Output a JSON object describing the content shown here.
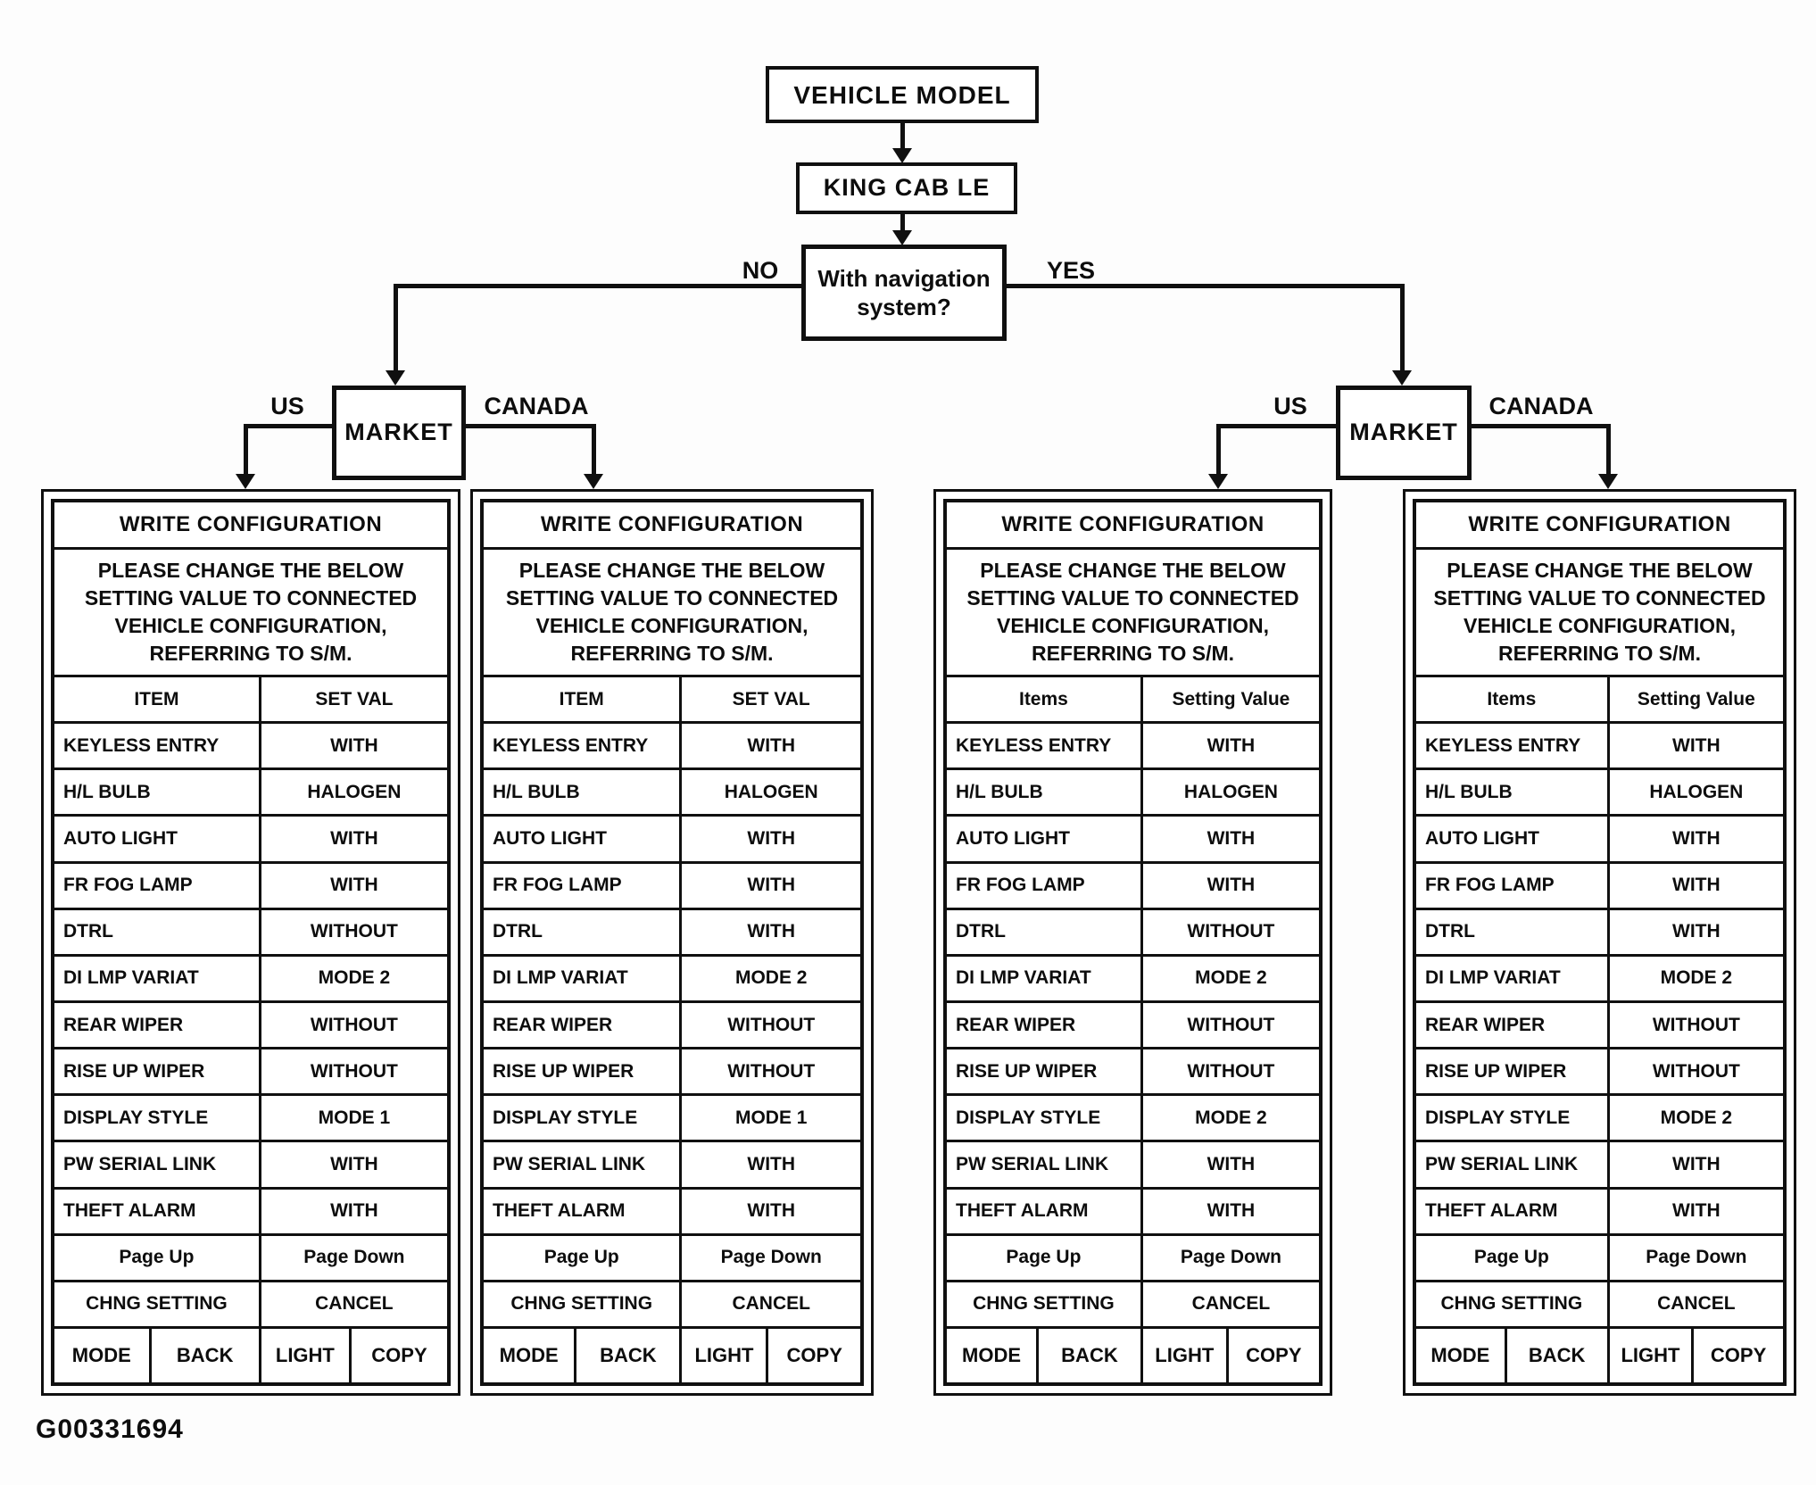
{
  "figure_id": "G00331694",
  "flow": {
    "vehicle_model": "VEHICLE MODEL",
    "trim": "KING CAB LE",
    "decision": "With navigation\nsystem?",
    "no_label": "NO",
    "yes_label": "YES",
    "market_left": "MARKET",
    "market_right": "MARKET",
    "us_left": "US",
    "canada_left": "CANADA",
    "us_right": "US",
    "canada_right": "CANADA"
  },
  "panels": [
    {
      "title": "WRITE CONFIGURATION",
      "message": "PLEASE CHANGE THE BELOW\nSETTING VALUE TO CONNECTED\nVEHICLE CONFIGURATION,\nREFERRING TO S/M.",
      "col_item": "ITEM",
      "col_value": "SET VAL",
      "rows": [
        {
          "label": "KEYLESS ENTRY",
          "value": "WITH"
        },
        {
          "label": "H/L BULB",
          "value": "HALOGEN"
        },
        {
          "label": "AUTO LIGHT",
          "value": "WITH"
        },
        {
          "label": "FR FOG LAMP",
          "value": "WITH"
        },
        {
          "label": "DTRL",
          "value": "WITHOUT"
        },
        {
          "label": "DI LMP VARIAT",
          "value": "MODE 2"
        },
        {
          "label": "REAR WIPER",
          "value": "WITHOUT"
        },
        {
          "label": "RISE UP WIPER",
          "value": "WITHOUT"
        },
        {
          "label": "DISPLAY STYLE",
          "value": "MODE 1"
        },
        {
          "label": "PW SERIAL LINK",
          "value": "WITH"
        },
        {
          "label": "THEFT ALARM",
          "value": "WITH"
        }
      ],
      "page_up": "Page Up",
      "page_down": "Page Down",
      "chng_setting": "CHNG SETTING",
      "cancel": "CANCEL",
      "footer": [
        "MODE",
        "BACK",
        "LIGHT",
        "COPY"
      ]
    },
    {
      "title": "WRITE CONFIGURATION",
      "message": "PLEASE CHANGE THE BELOW\nSETTING VALUE TO CONNECTED\nVEHICLE CONFIGURATION,\nREFERRING TO S/M.",
      "col_item": "ITEM",
      "col_value": "SET VAL",
      "rows": [
        {
          "label": "KEYLESS ENTRY",
          "value": "WITH"
        },
        {
          "label": "H/L BULB",
          "value": "HALOGEN"
        },
        {
          "label": "AUTO LIGHT",
          "value": "WITH"
        },
        {
          "label": "FR FOG LAMP",
          "value": "WITH"
        },
        {
          "label": "DTRL",
          "value": "WITH"
        },
        {
          "label": "DI LMP VARIAT",
          "value": "MODE 2"
        },
        {
          "label": "REAR WIPER",
          "value": "WITHOUT"
        },
        {
          "label": "RISE UP WIPER",
          "value": "WITHOUT"
        },
        {
          "label": "DISPLAY STYLE",
          "value": "MODE 1"
        },
        {
          "label": "PW SERIAL LINK",
          "value": "WITH"
        },
        {
          "label": "THEFT ALARM",
          "value": "WITH"
        }
      ],
      "page_up": "Page Up",
      "page_down": "Page Down",
      "chng_setting": "CHNG SETTING",
      "cancel": "CANCEL",
      "footer": [
        "MODE",
        "BACK",
        "LIGHT",
        "COPY"
      ]
    },
    {
      "title": "WRITE CONFIGURATION",
      "message": "PLEASE CHANGE THE BELOW\nSETTING VALUE TO CONNECTED\nVEHICLE CONFIGURATION,\nREFERRING TO S/M.",
      "col_item": "Items",
      "col_value": "Setting Value",
      "rows": [
        {
          "label": "KEYLESS ENTRY",
          "value": "WITH"
        },
        {
          "label": "H/L BULB",
          "value": "HALOGEN"
        },
        {
          "label": "AUTO LIGHT",
          "value": "WITH"
        },
        {
          "label": "FR FOG LAMP",
          "value": "WITH"
        },
        {
          "label": "DTRL",
          "value": "WITHOUT"
        },
        {
          "label": "DI LMP VARIAT",
          "value": "MODE 2"
        },
        {
          "label": "REAR WIPER",
          "value": "WITHOUT"
        },
        {
          "label": "RISE UP WIPER",
          "value": "WITHOUT"
        },
        {
          "label": "DISPLAY STYLE",
          "value": "MODE 2"
        },
        {
          "label": "PW SERIAL LINK",
          "value": "WITH"
        },
        {
          "label": "THEFT ALARM",
          "value": "WITH"
        }
      ],
      "page_up": "Page Up",
      "page_down": "Page Down",
      "chng_setting": "CHNG SETTING",
      "cancel": "CANCEL",
      "footer": [
        "MODE",
        "BACK",
        "LIGHT",
        "COPY"
      ]
    },
    {
      "title": "WRITE CONFIGURATION",
      "message": "PLEASE CHANGE THE BELOW\nSETTING VALUE TO CONNECTED\nVEHICLE CONFIGURATION,\nREFERRING TO S/M.",
      "col_item": "Items",
      "col_value": "Setting Value",
      "rows": [
        {
          "label": "KEYLESS ENTRY",
          "value": "WITH"
        },
        {
          "label": "H/L BULB",
          "value": "HALOGEN"
        },
        {
          "label": "AUTO LIGHT",
          "value": "WITH"
        },
        {
          "label": "FR FOG LAMP",
          "value": "WITH"
        },
        {
          "label": "DTRL",
          "value": "WITH"
        },
        {
          "label": "DI LMP VARIAT",
          "value": "MODE 2"
        },
        {
          "label": "REAR WIPER",
          "value": "WITHOUT"
        },
        {
          "label": "RISE UP WIPER",
          "value": "WITHOUT"
        },
        {
          "label": "DISPLAY STYLE",
          "value": "MODE 2"
        },
        {
          "label": "PW SERIAL LINK",
          "value": "WITH"
        },
        {
          "label": "THEFT ALARM",
          "value": "WITH"
        }
      ],
      "page_up": "Page Up",
      "page_down": "Page Down",
      "chng_setting": "CHNG SETTING",
      "cancel": "CANCEL",
      "footer": [
        "MODE",
        "BACK",
        "LIGHT",
        "COPY"
      ]
    }
  ]
}
